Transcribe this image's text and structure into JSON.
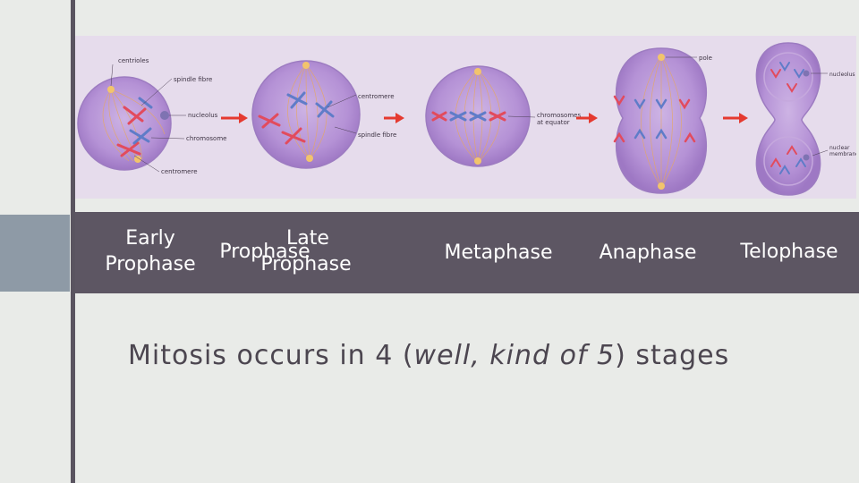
{
  "figure": {
    "annotations": {
      "centrioles": "centrioles",
      "spindle_fibre_1": "spindle fibre",
      "nucleolus_1": "nucleolus",
      "chromosome": "chromosome",
      "centromere_1": "centromere",
      "centromere_2": "centromere",
      "spindle_fibre_2": "spindle fibre",
      "chromosomes_line1": "chromosomes",
      "chromosomes_line2": "at equator",
      "pole": "pole",
      "nucleolus_2": "nucleolus",
      "nuclear_line1": "nuclear",
      "nuclear_line2": "membrane"
    }
  },
  "phases": {
    "early_line1": "Early",
    "early_line2": "Prophase",
    "late_line1": "Late",
    "late_overlap": "Prophase",
    "late_line2": "Prophase",
    "metaphase": "Metaphase",
    "anaphase": "Anaphase",
    "telophase": "Telophase"
  },
  "caption": {
    "part1": "Mitosis occurs in 4 (",
    "italic1": "well, kind of 5",
    "part2": ") stages"
  }
}
